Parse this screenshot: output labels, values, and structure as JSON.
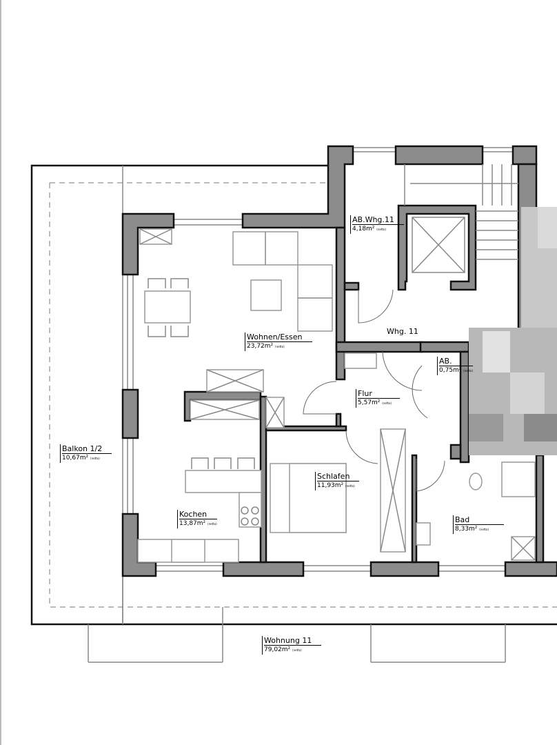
{
  "plan": {
    "rooms": [
      {
        "name": "AB.Whg.11",
        "area": "4,18m²",
        "note": "(netto)"
      },
      {
        "name": "Wohnen/Essen",
        "area": "23,72m²",
        "note": "(netto)"
      },
      {
        "name": "AB.",
        "area": "0,75m²",
        "note": "(netto)"
      },
      {
        "name": "Flur",
        "area": "5,57m²",
        "note": "(netto)"
      },
      {
        "name": "Balkon 1/2",
        "area": "10,67m²",
        "note": "(netto)"
      },
      {
        "name": "Schlafen",
        "area": "11,93m²",
        "note": "(netto)"
      },
      {
        "name": "Kochen",
        "area": "13,87m²",
        "note": "(netto)"
      },
      {
        "name": "Bad",
        "area": "8,33m²",
        "note": "(netto)"
      }
    ],
    "unit_label": "Whg. 11",
    "total": {
      "name": "Wohnung 11",
      "area": "79,02m²",
      "note": "(netto)"
    },
    "colors": {
      "wall": "#8c8c8c",
      "outline": "#111111",
      "furniture": "#999999"
    }
  }
}
